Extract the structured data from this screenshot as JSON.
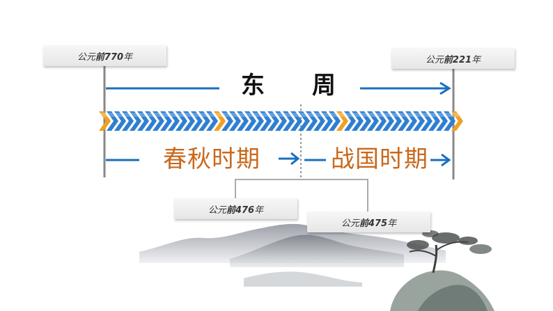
{
  "title": {
    "char1": "东",
    "char2": "周"
  },
  "periods": [
    {
      "name": "春秋时期"
    },
    {
      "name": "战国时期"
    }
  ],
  "dates": [
    {
      "prefix": "公元",
      "bold": "前770",
      "suffix": "年"
    },
    {
      "prefix": "公元",
      "bold": "前221",
      "suffix": "年"
    },
    {
      "prefix": "公元",
      "bold": "前476",
      "suffix": "年"
    },
    {
      "prefix": "公元",
      "bold": "前475",
      "suffix": "年"
    }
  ],
  "colors": {
    "arrow_blue": "#1a6fc0",
    "chevron_blue": "#2f7fd0",
    "chevron_orange": "#f0a020",
    "period_orange": "#c9681c",
    "axis_gray": "#8a8a8a"
  }
}
